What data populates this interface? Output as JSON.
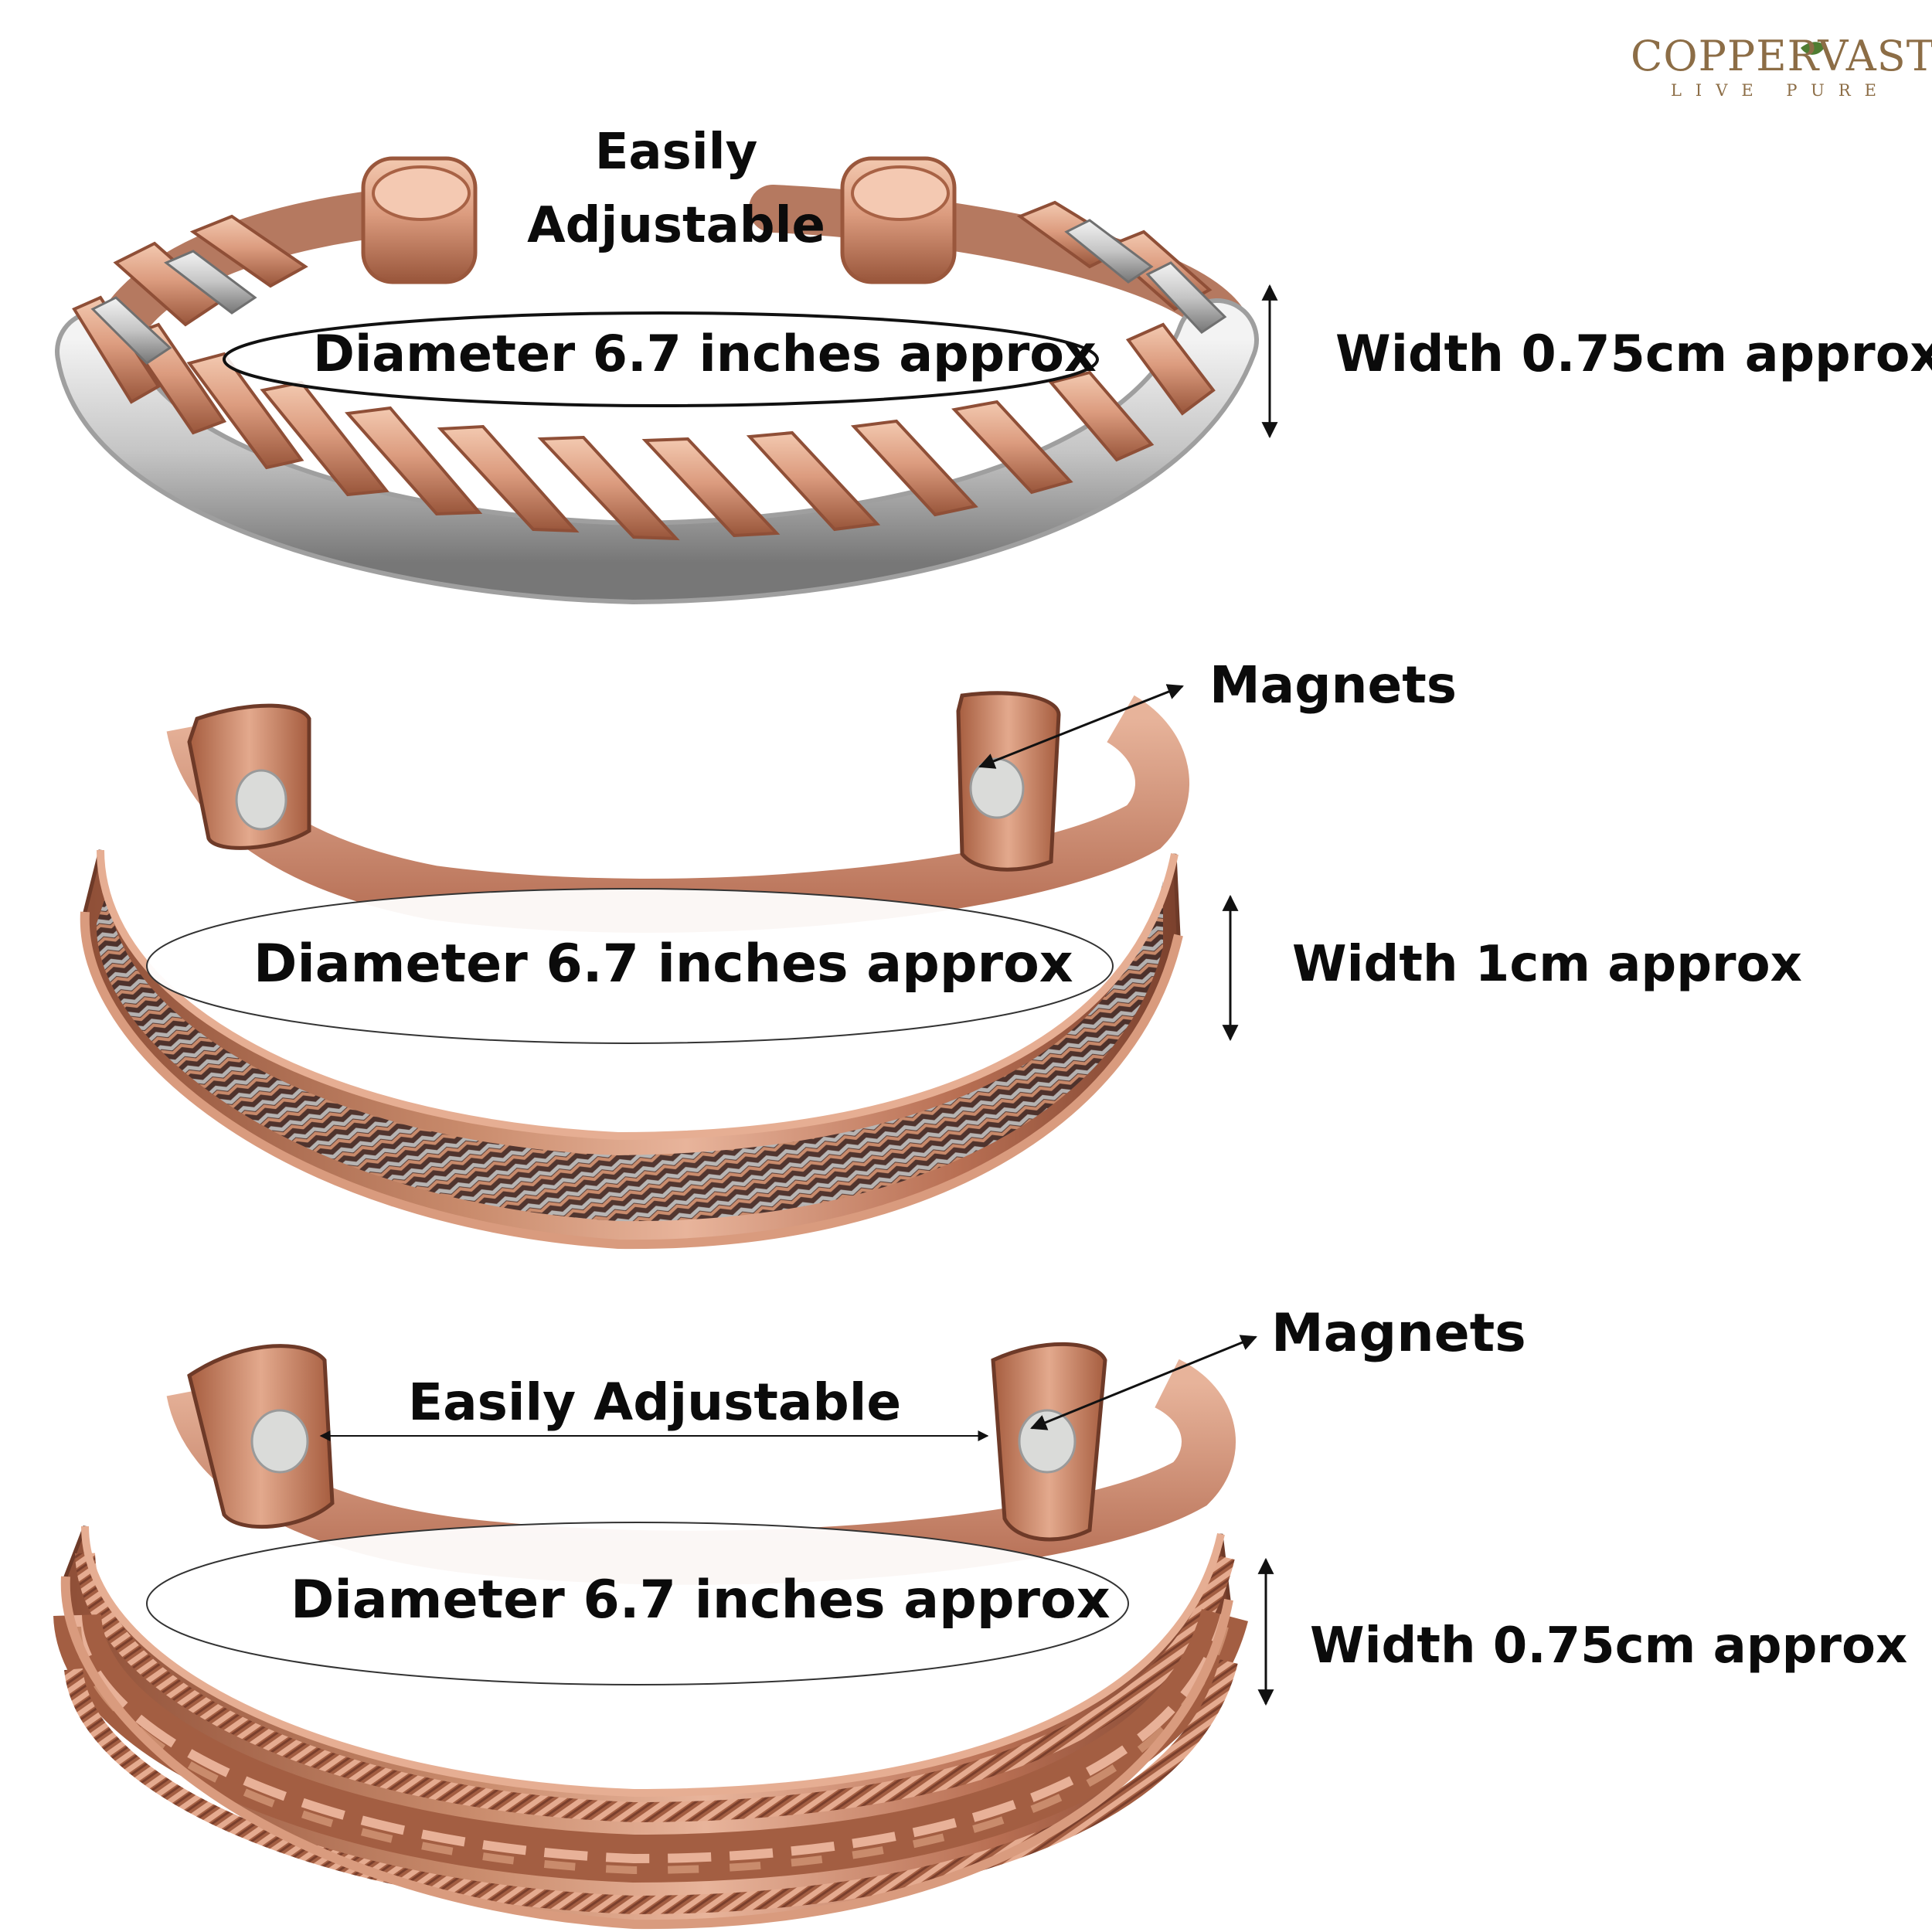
{
  "brand": {
    "name": "COPPERVAST",
    "tagline": "LIVE PURE",
    "color": "#8c6d46"
  },
  "products": [
    {
      "adjustable_label": "Easily Adjustable",
      "diameter_label": "Diameter 6.7 inches approx",
      "width_label": "Width 0.75cm approx"
    },
    {
      "magnets_label": "Magnets",
      "diameter_label": "Diameter 6.7 inches approx",
      "width_label": "Width 1cm approx"
    },
    {
      "magnets_label": "Magnets",
      "adjustable_label": "Easily Adjustable",
      "diameter_label": "Diameter 6.7 inches approx",
      "width_label": "Width 0.75cm approx"
    }
  ],
  "colors": {
    "copper": "#c98b6c",
    "copper_dark": "#8e5138",
    "copper_light": "#f0c4ad",
    "silver": "#d8d8d8",
    "silver_dark": "#8b8b8b",
    "magnet": "#dadbd9",
    "text": "#0b0b0b",
    "background": "#ffffff"
  }
}
